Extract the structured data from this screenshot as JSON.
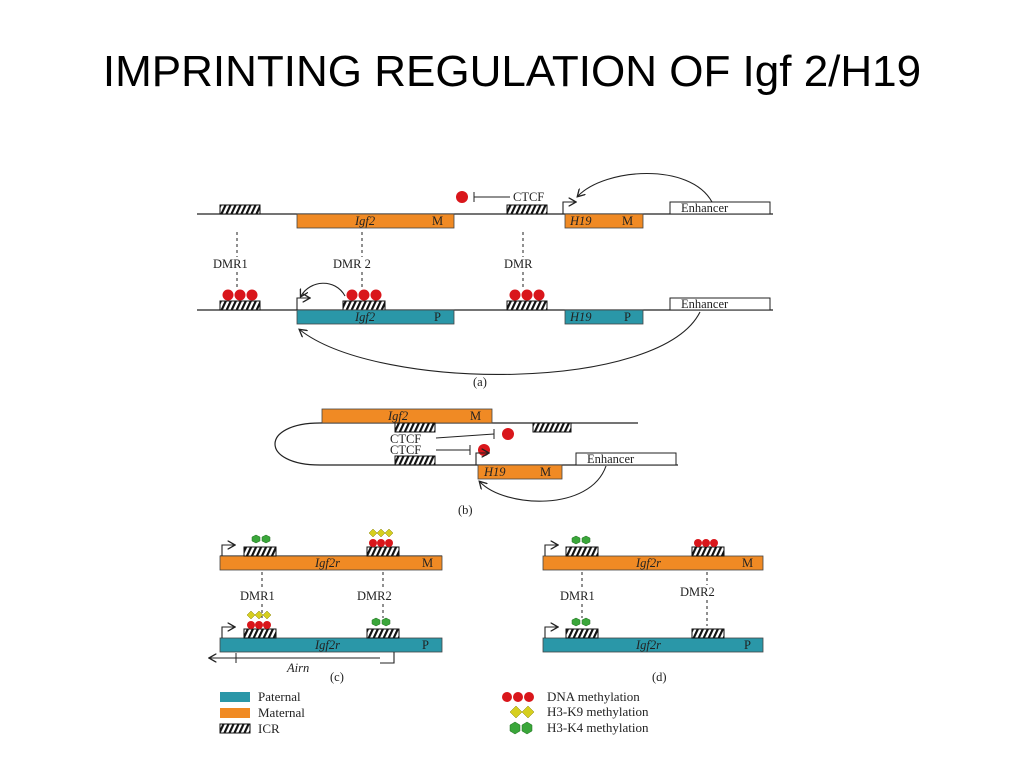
{
  "title": "IMPRINTING REGULATION OF Igf 2/H19",
  "colors": {
    "paternal": "#2a97a8",
    "maternal": "#f08a24",
    "dna_methylation": "#d9161b",
    "h3k9": "#d6cf1e",
    "h3k4": "#3aa63a"
  },
  "panel_a": {
    "caption": "(a)",
    "ctcf": "CTCF",
    "enhancer": "Enhancer",
    "gene_igf2": "Igf2",
    "gene_h19": "H19",
    "maternal_mark": "M",
    "paternal_mark": "P",
    "dmr1": "DMR1",
    "dmr2": "DMR 2",
    "dmr": "DMR"
  },
  "panel_b": {
    "caption": "(b)",
    "ctcf": "CTCF",
    "enhancer": "Enhancer",
    "gene_igf2": "Igf2",
    "gene_h19": "H19",
    "maternal_mark": "M"
  },
  "panel_c": {
    "caption": "(c)",
    "gene": "Igf2r",
    "maternal_mark": "M",
    "paternal_mark": "P",
    "dmr1": "DMR1",
    "dmr2": "DMR2",
    "airn": "Airn"
  },
  "panel_d": {
    "caption": "(d)",
    "gene": "Igf2r",
    "maternal_mark": "M",
    "paternal_mark": "P",
    "dmr1": "DMR1",
    "dmr2": "DMR2"
  },
  "legend": {
    "paternal": "Paternal",
    "maternal": "Maternal",
    "icr": "ICR",
    "dna_methylation": "DNA methylation",
    "h3k9": "H3-K9 methylation",
    "h3k4": "H3-K4 methylation"
  }
}
